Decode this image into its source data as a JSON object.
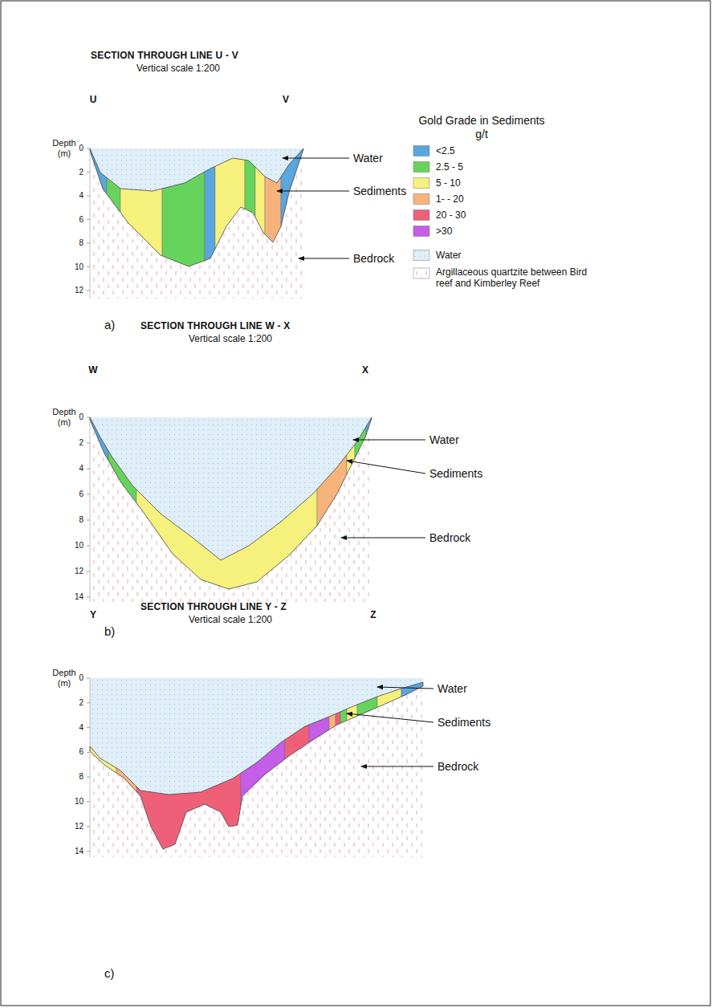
{
  "diagram": {
    "labels": [
      "SECTION THROUGH LINE U - V",
      "Vertical scale 1:200",
      "U",
      "V",
      "Depth",
      "(m)",
      "0",
      "2",
      "4",
      "6",
      "8",
      "10",
      "12",
      "Water",
      "Sediments",
      "Bedrock",
      "Gold Grade in Sediments",
      "g/t",
      "a)",
      "SECTION THROUGH LINE W - X",
      "Vertical scale 1:200",
      "W",
      "X",
      "Depth",
      "(m)",
      "0",
      "2",
      "4",
      "6",
      "8",
      "10",
      "12",
      "14",
      "Water",
      "Sediments",
      "Bedrock",
      "b)",
      "SECTION THROUGH LINE Y - Z",
      "Vertical scale 1:200",
      "Y",
      "Z",
      "Depth",
      "(m)",
      "0",
      "2",
      "4",
      "6",
      "8",
      "10",
      "12",
      "14",
      "Water",
      "Sediments",
      "Bedrock",
      "c)"
    ],
    "legend": [
      {
        "text": "<2.5",
        "color": "#5aa6de"
      },
      {
        "text": "2.5 - 5",
        "color": "#66d45c"
      },
      {
        "text": "5 - 10",
        "color": "#f6f17c"
      },
      {
        "text": "1- - 20",
        "color": "#f6b47c"
      },
      {
        "text": "20 - 30",
        "color": "#ef6078"
      },
      {
        "text": ">30",
        "color": "#c45de8"
      },
      {
        "text": "Water",
        "color": "#dfeef8"
      },
      {
        "text": "Argillaceous quartzite between Bird reef and Kimberley Reef"
      }
    ]
  }
}
